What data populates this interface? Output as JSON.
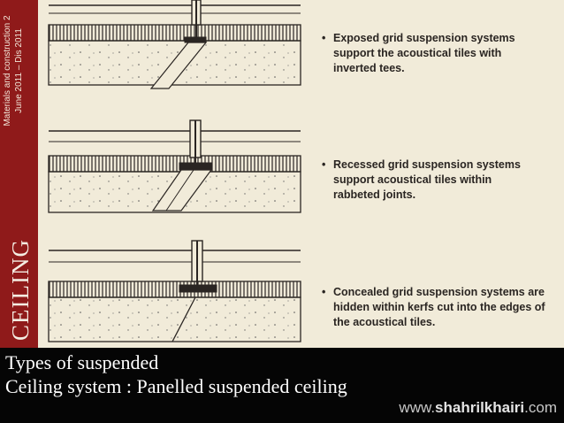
{
  "sidebar": {
    "course": "Materials and construction 2",
    "semester": "June 2011 – Dis 2011",
    "title": "CEILING"
  },
  "descriptions": [
    {
      "lines": [
        "Exposed grid suspension systems",
        "support the acoustical tiles with",
        "inverted tees."
      ]
    },
    {
      "lines": [
        "Recessed grid suspension systems",
        "support acoustical tiles within",
        "rabbeted joints."
      ]
    },
    {
      "lines": [
        "Concealed grid suspension systems are",
        "hidden within kerfs cut into the edges of",
        "the acoustical tiles."
      ]
    }
  ],
  "caption": {
    "line1": "Types of suspended",
    "line2": "Ceiling system : Panelled suspended ceiling"
  },
  "watermark": {
    "prefix": "www.",
    "brand": "shahrilkhairi",
    "suffix": ".com"
  },
  "colors": {
    "sidebar": "#8f1a1a",
    "paper": "#f1ebd9",
    "ink": "#2a2522"
  }
}
